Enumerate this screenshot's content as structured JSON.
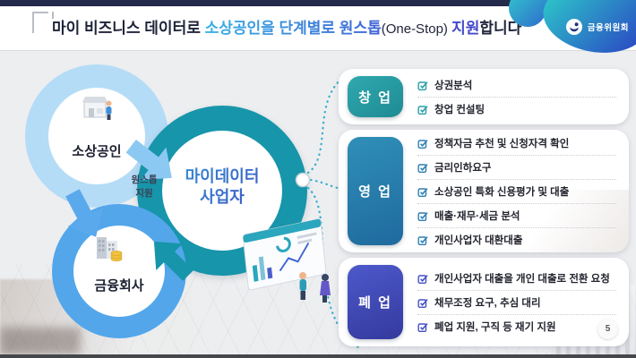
{
  "header": {
    "title_part1": "마이 비즈니스 데이터로 ",
    "title_highlight": "소상공인을 단계별로 원스톱",
    "title_onestop": "(One-Stop) ",
    "title_blue": "지원",
    "title_part2": "합니다",
    "logo_text": "금융위원회"
  },
  "diagram": {
    "node_small_business": "소상공인",
    "node_financial": "금융회사",
    "node_mydata_line1": "마이데이터",
    "node_mydata_line2": "사업자",
    "support_label_line1": "원스톱",
    "support_label_line2": "지원"
  },
  "sections": [
    {
      "badge": "창 업",
      "accent_color": "#2a9da5",
      "items": [
        "상권분석",
        "창업 컨설팅"
      ]
    },
    {
      "badge": "영 업",
      "accent_color": "#2e7fb2",
      "items": [
        "정책자금 추천 및 신청자격 확인",
        "금리인하요구",
        "소상공인 특화 신용평가 및 대출",
        "매출·재무·세금 분석",
        "개인사업자 대환대출"
      ]
    },
    {
      "badge": "폐 업",
      "accent_color": "#4550c5",
      "items": [
        "개인사업자 대출을 개인 대출로 전환 요청",
        "채무조정 요구, 추심 대리",
        "폐업 지원, 구직 등 재기 지원"
      ]
    }
  ],
  "page": {
    "number": "5"
  },
  "colors": {
    "top_bar_navy": "#242a4b",
    "title_gradient_start": "#38b2e4",
    "title_gradient_end": "#3f63d6",
    "title_blue_accent": "#4348ca",
    "ring_light_blue": "#b5dcf6",
    "ring_teal": "#1795aa",
    "ring_blue": "#53a6ea",
    "logo_gradient_start": "#2cc3c9",
    "logo_gradient_end": "#2b53c4"
  }
}
